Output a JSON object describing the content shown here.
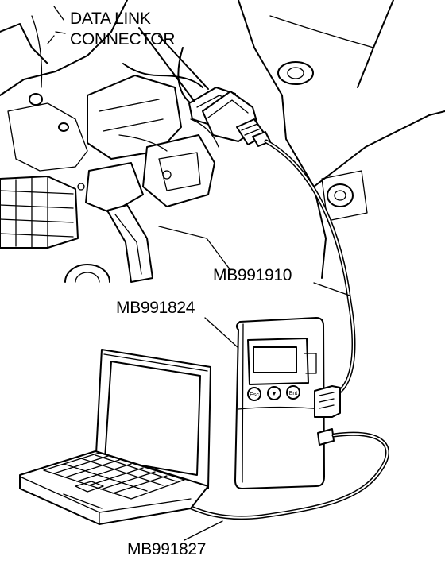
{
  "labels": {
    "data_link_connector_line1": "DATA LINK",
    "data_link_connector_line2": "CONNECTOR",
    "cable_mb991910": "MB991910",
    "interface_mb991824": "MB991824",
    "cable_mb991827": "MB991827"
  },
  "vci_buttons": {
    "left": "Esc",
    "middle": "▼",
    "right": "Ent"
  }
}
